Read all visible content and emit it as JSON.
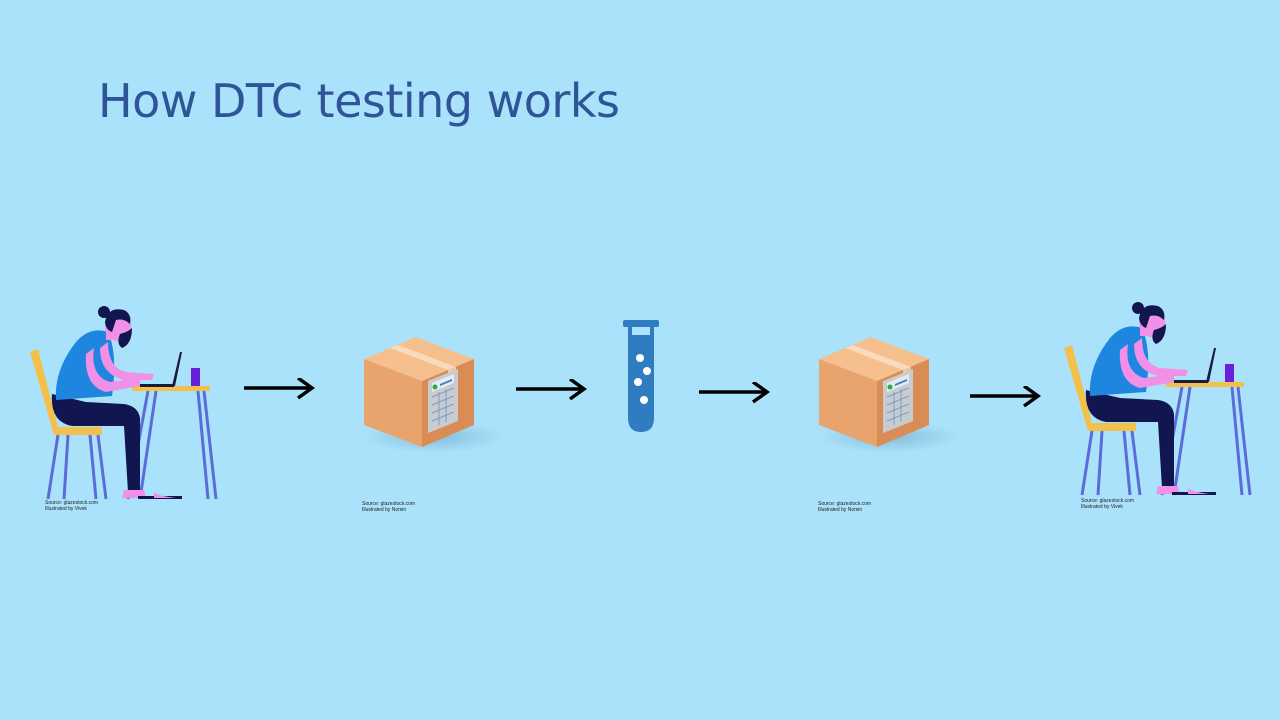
{
  "title": "How DTC testing works",
  "steps": [
    {
      "icon": "person-at-laptop-icon",
      "credit_source": "Source: glazestock.com",
      "credit_artist": "Illustrated by Vivek"
    },
    {
      "icon": "shipping-box-icon",
      "credit_source": "Source: glazestock.com",
      "credit_artist": "Illustrated by Nomin"
    },
    {
      "icon": "test-tube-icon"
    },
    {
      "icon": "shipping-box-icon",
      "credit_source": "Source: glazestock.com",
      "credit_artist": "Illustrated by Nomin"
    },
    {
      "icon": "person-at-laptop-icon",
      "credit_source": "Source: glazestock.com",
      "credit_artist": "Illustrated by Vivek"
    }
  ],
  "colors": {
    "background": "#aae2fb",
    "title": "#2f5597",
    "box": "#e9a46e",
    "tube": "#2f7dc0",
    "shirt": "#1f86e0",
    "skin": "#f090e6",
    "pants": "#121650",
    "chair": "#f3c04c",
    "legs": "#5d6bd9"
  }
}
